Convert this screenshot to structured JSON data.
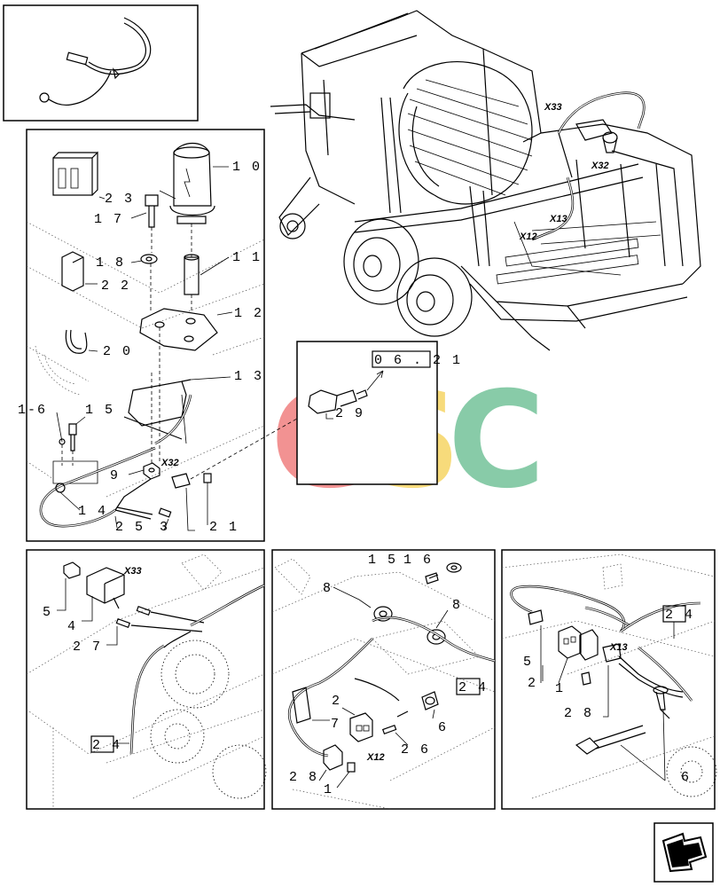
{
  "labels": {
    "l10": "1 0",
    "l11": "1 1",
    "l12": "1 2",
    "l13": "1 3",
    "l14": "1 4",
    "l15": "1 5",
    "l16": "1-6",
    "l17": "1 7",
    "l18": "1 8",
    "l20": "2 0",
    "l21": "2 1",
    "l22": "2 2",
    "l23": "2 3",
    "l25": "2 5",
    "l3": "3",
    "l9": "9",
    "l29": "2 9",
    "ref": "0 6 . 2 1",
    "p2_5": "5",
    "p2_4": "4",
    "p2_27": "2 7",
    "p2_24": "2 4",
    "p3_15": "1 5",
    "p3_16": "1 6",
    "p3_8a": "8",
    "p3_8b": "8",
    "p3_24": "2 4",
    "p3_7": "7",
    "p3_2": "2",
    "p3_26": "2 6",
    "p3_6": "6",
    "p3_28": "2 8",
    "p3_1": "1",
    "p4_5": "5",
    "p4_2": "2",
    "p4_1": "1",
    "p4_28": "2 8",
    "p4_24": "2 4",
    "p4_6": "6"
  },
  "connectors": {
    "x33_main": "X33",
    "x32_main": "X32",
    "x13_main": "X13",
    "x12_main": "X12",
    "x32_panel": "X32",
    "x33_panel": "X33",
    "x12_panel": "X12",
    "x13_panel": "X13"
  },
  "watermark": {
    "letters": [
      "C",
      "G",
      "S",
      "C"
    ],
    "colors": [
      "#5b9cf7",
      "#f07f7f",
      "#f6d565",
      "#74c39a"
    ]
  }
}
